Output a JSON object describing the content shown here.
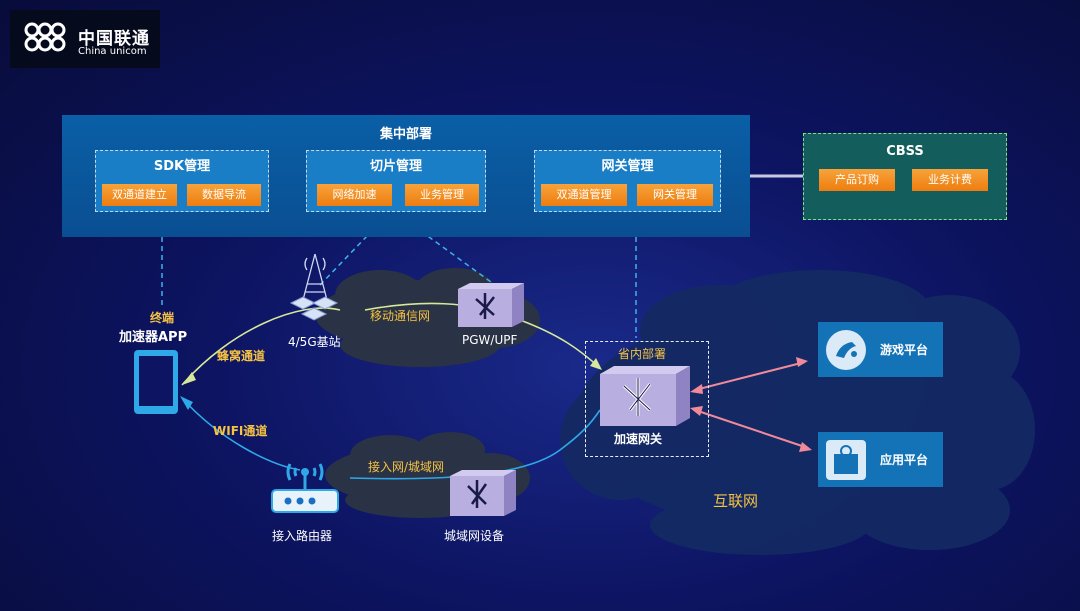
{
  "logo": {
    "cn": "中国联通",
    "en": "China unicom"
  },
  "central": {
    "title": "集中部署",
    "modules": [
      {
        "title": "SDK管理",
        "buttons": [
          "双通道建立",
          "数据导流"
        ]
      },
      {
        "title": "切片管理",
        "buttons": [
          "网络加速",
          "业务管理"
        ]
      },
      {
        "title": "网关管理",
        "buttons": [
          "双通道管理",
          "网关管理"
        ]
      }
    ]
  },
  "cbss": {
    "title": "CBSS",
    "buttons": [
      "产品订购",
      "业务计费"
    ]
  },
  "terminal": {
    "line1": "终端",
    "line2": "加速器APP"
  },
  "channels": {
    "cellular": "蜂窝通道",
    "wifi": "WIFI通道"
  },
  "clouds": {
    "mobile": "移动通信网",
    "access": "接入网/城域网",
    "internet": "互联网"
  },
  "nodes": {
    "base_station": "4/5G基站",
    "pgw": "PGW/UPF",
    "router": "接入路由器",
    "metro_device": "城域网设备",
    "province": "省内部署",
    "gateway": "加速网关"
  },
  "platforms": {
    "game": "游戏平台",
    "app": "应用平台"
  },
  "colors": {
    "orange": "#ee7d10",
    "module_blue": "#1a7ec7",
    "cbss_green": "#135e5c",
    "yellow_label": "#f5c242"
  }
}
